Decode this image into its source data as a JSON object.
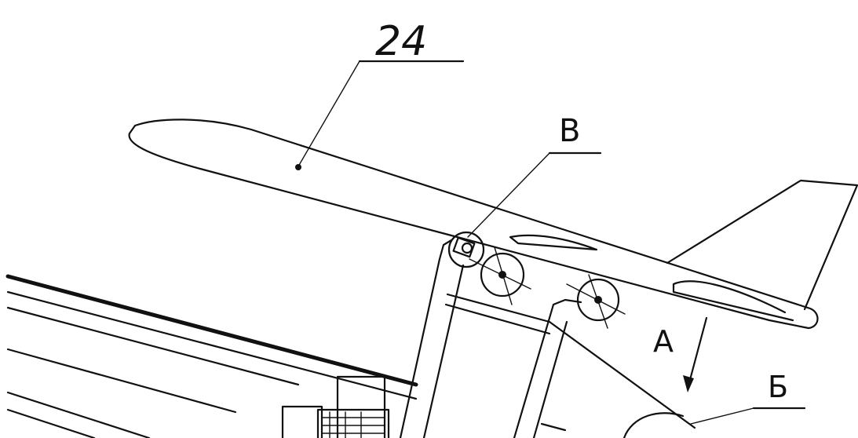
{
  "labels": {
    "part_number": "24",
    "view_b": "В",
    "view_a": "А",
    "view_be": "Б"
  },
  "colors": {
    "line": "#111111",
    "background": "#ffffff"
  }
}
